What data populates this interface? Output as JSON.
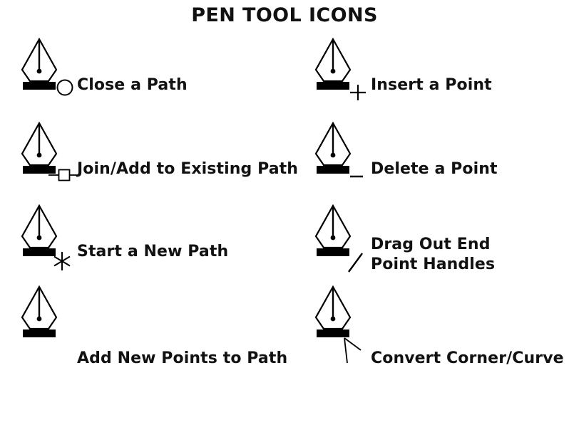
{
  "header": {
    "title": "PEN TOOL ICONS"
  },
  "colors": {
    "background": "#ffffff",
    "ink": "#111111",
    "stroke": "#000000"
  },
  "legend": {
    "columns": 2,
    "rows": 4,
    "items": [
      {
        "id": "close-a-path",
        "label": "Close a Path",
        "lines": [
          "Close a Path"
        ],
        "icon": "pen-nib-icon",
        "badge": "circle-icon",
        "column": "left",
        "row": 0
      },
      {
        "id": "insert-a-point",
        "label": "Insert a Point",
        "lines": [
          "Insert a Point"
        ],
        "icon": "pen-nib-icon",
        "badge": "plus-icon",
        "column": "right",
        "row": 0
      },
      {
        "id": "join-add-to-existing-path",
        "label": "Join/Add to Existing Path",
        "lines": [
          "Join/Add to Existing Path"
        ],
        "icon": "pen-nib-icon",
        "badge": "anchor-node-square-icon",
        "column": "left",
        "row": 1
      },
      {
        "id": "delete-a-point",
        "label": "Delete a Point",
        "lines": [
          "Delete a Point"
        ],
        "icon": "pen-nib-icon",
        "badge": "minus-icon",
        "column": "right",
        "row": 1
      },
      {
        "id": "start-a-new-path",
        "label": "Start a New Path",
        "lines": [
          "Start a New Path"
        ],
        "icon": "pen-nib-icon",
        "badge": "asterisk-icon",
        "column": "left",
        "row": 2
      },
      {
        "id": "drag-out-end-point-handles",
        "label": "Drag Out End Point Handles",
        "lines": [
          "Drag Out End",
          "Point Handles"
        ],
        "icon": "pen-nib-icon",
        "badge": "slash-icon",
        "column": "right",
        "row": 2
      },
      {
        "id": "add-new-points-to-path",
        "label": "Add New Points to Path",
        "lines": [
          "Add New Points to Path"
        ],
        "icon": "pen-nib-icon",
        "badge": "none",
        "column": "left",
        "row": 3
      },
      {
        "id": "convert-corner-curve",
        "label": "Convert Corner/Curve",
        "lines": [
          "Convert Corner/Curve"
        ],
        "icon": "pen-nib-icon",
        "badge": "corner-angle-icon",
        "column": "right",
        "row": 3
      }
    ]
  }
}
